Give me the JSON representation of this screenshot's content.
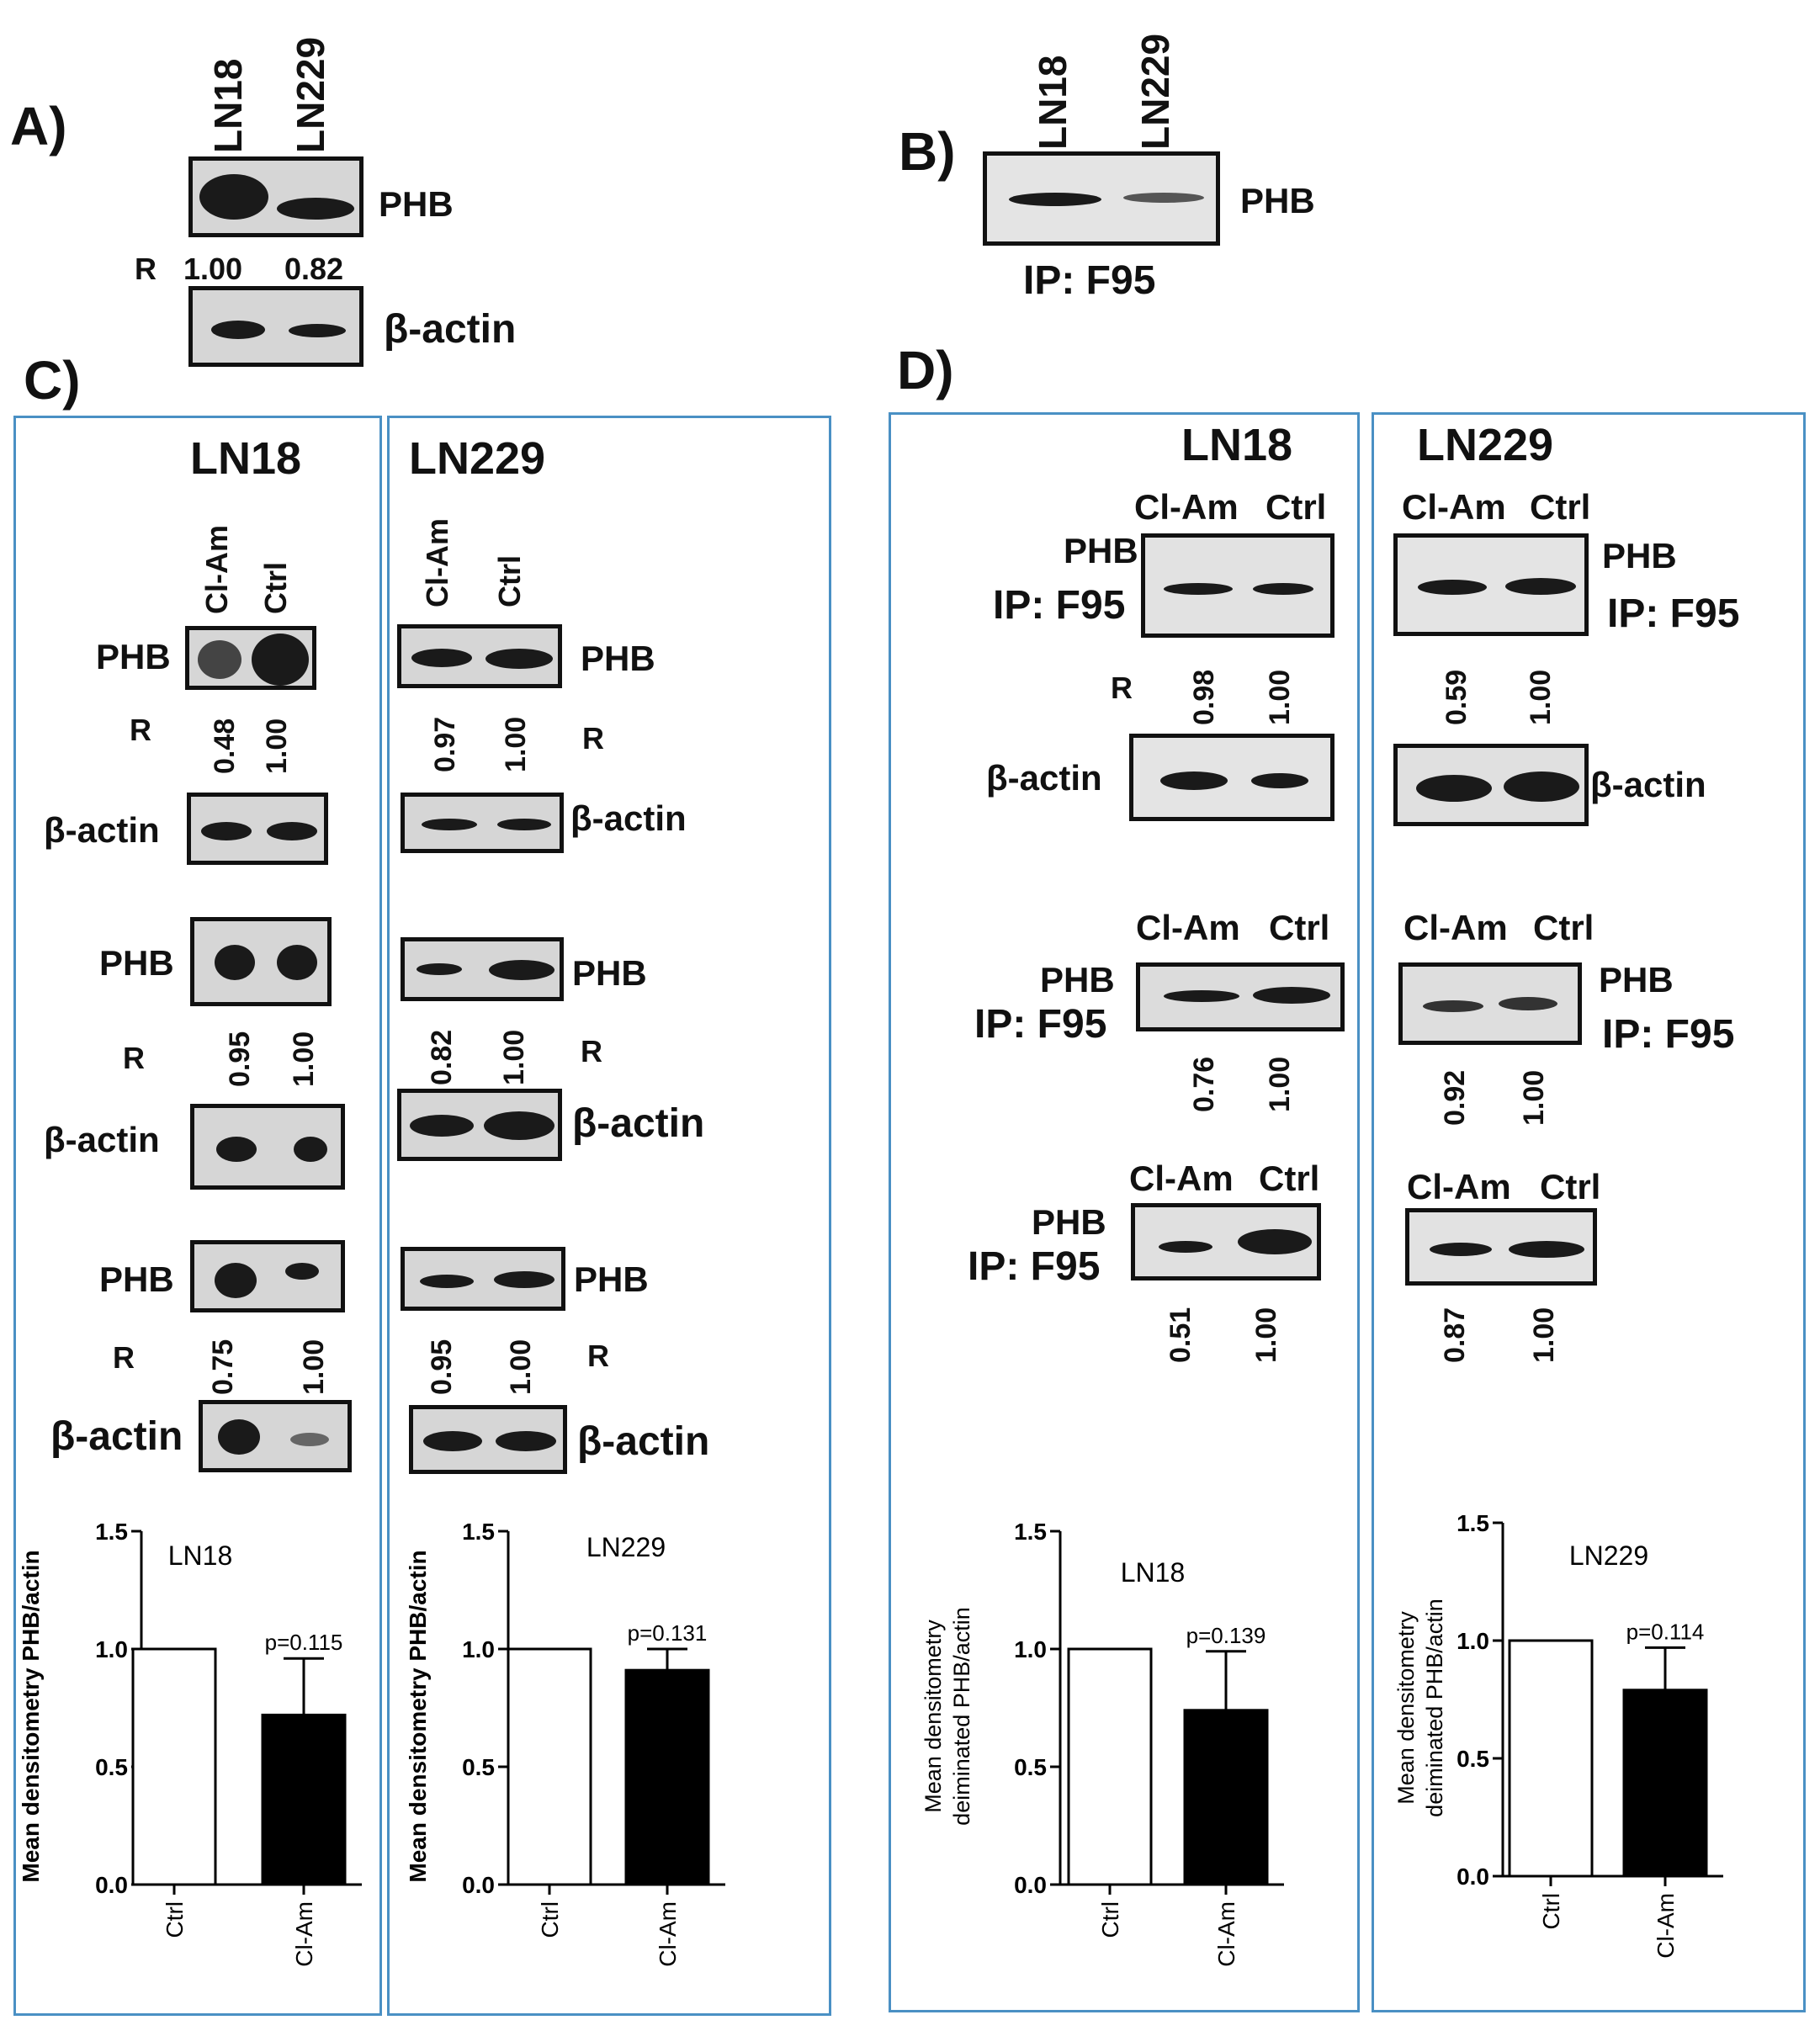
{
  "panels": {
    "A": {
      "label": "A)",
      "lanes": [
        "LN18",
        "LN229"
      ],
      "phb_label": "PHB",
      "actin_label": "β-actin",
      "r_label": "R",
      "ratios": [
        "1.00",
        "0.82"
      ]
    },
    "B": {
      "label": "B)",
      "lanes": [
        "LN18",
        "LN229"
      ],
      "phb_label": "PHB",
      "ip_label": "IP: F95"
    },
    "C": {
      "label": "C)",
      "ln18": {
        "title": "LN18",
        "lanes": [
          "Cl-Am",
          "Ctrl"
        ],
        "phb_label": "PHB",
        "actin_label": "β-actin",
        "r_label": "R",
        "blots": [
          {
            "ratios": [
              "0.48",
              "1.00"
            ]
          },
          {
            "ratios": [
              "0.95",
              "1.00"
            ]
          },
          {
            "ratios": [
              "0.75",
              "1.00"
            ]
          }
        ]
      },
      "ln229": {
        "title": "LN229",
        "lanes": [
          "Cl-Am",
          "Ctrl"
        ],
        "phb_label": "PHB",
        "actin_label": "β-actin",
        "r_label": "R",
        "blots": [
          {
            "ratios": [
              "0.97",
              "1.00"
            ]
          },
          {
            "ratios": [
              "0.82",
              "1.00"
            ]
          },
          {
            "ratios": [
              "0.95",
              "1.00"
            ]
          }
        ]
      }
    },
    "D": {
      "label": "D)",
      "ln18": {
        "title": "LN18",
        "lanes": [
          "Cl-Am",
          "Ctrl"
        ],
        "phb_label": "PHB",
        "ip_label": "IP: F95",
        "actin_label": "β-actin",
        "r_label": "R",
        "blots": [
          {
            "ratios": [
              "0.98",
              "1.00"
            ]
          },
          {
            "ratios": [
              "0.76",
              "1.00"
            ]
          },
          {
            "ratios": [
              "0.51",
              "1.00"
            ]
          }
        ]
      },
      "ln229": {
        "title": "LN229",
        "lanes": [
          "Cl-Am",
          "Ctrl"
        ],
        "phb_label": "PHB",
        "ip_label": "IP: F95",
        "actin_label": "β-actin",
        "blots": [
          {
            "ratios": [
              "0.59",
              "1.00"
            ]
          },
          {
            "ratios": [
              "0.92",
              "1.00"
            ]
          },
          {
            "ratios": [
              "0.87",
              "1.00"
            ]
          }
        ]
      }
    }
  },
  "chart_data": [
    {
      "type": "bar",
      "title": "LN18",
      "ylabel": "Mean densitometry PHB/actin",
      "categories": [
        "Ctrl",
        "Cl-Am"
      ],
      "values": [
        1.0,
        0.72
      ],
      "errors": [
        0,
        0.24
      ],
      "ylim": [
        0,
        1.5
      ],
      "yticks": [
        "0.0",
        "0.5",
        "1.0",
        "1.5"
      ],
      "annotation": "p=0.115",
      "fills": [
        "#ffffff",
        "#000000"
      ]
    },
    {
      "type": "bar",
      "title": "LN229",
      "ylabel": "Mean densitometry PHB/actin",
      "categories": [
        "Ctrl",
        "Cl-Am"
      ],
      "values": [
        1.0,
        0.91
      ],
      "errors": [
        0,
        0.09
      ],
      "ylim": [
        0,
        1.5
      ],
      "yticks": [
        "0.0",
        "0.5",
        "1.0",
        "1.5"
      ],
      "annotation": "p=0.131",
      "fills": [
        "#ffffff",
        "#000000"
      ]
    },
    {
      "type": "bar",
      "title": "LN18",
      "ylabel": [
        "Mean densitometry",
        "deiminated PHB/actin"
      ],
      "categories": [
        "Ctrl",
        "Cl-Am"
      ],
      "values": [
        1.0,
        0.74
      ],
      "errors": [
        0,
        0.25
      ],
      "ylim": [
        0,
        1.5
      ],
      "yticks": [
        "0.0",
        "0.5",
        "1.0",
        "1.5"
      ],
      "annotation": "p=0.139",
      "fills": [
        "#ffffff",
        "#000000"
      ]
    },
    {
      "type": "bar",
      "title": "LN229",
      "ylabel": [
        "Mean densitometry",
        "deiminated PHB/actin"
      ],
      "categories": [
        "Ctrl",
        "Cl-Am"
      ],
      "values": [
        1.0,
        0.79
      ],
      "errors": [
        0,
        0.18
      ],
      "ylim": [
        0,
        1.5
      ],
      "yticks": [
        "0.0",
        "0.5",
        "1.0",
        "1.5"
      ],
      "annotation": "p=0.114",
      "fills": [
        "#ffffff",
        "#000000"
      ]
    }
  ]
}
